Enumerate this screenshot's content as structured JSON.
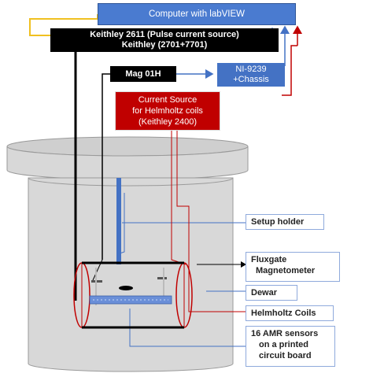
{
  "boxes": {
    "computer": "Computer with labVIEW",
    "keithley_line1": "Keithley 2611 (Pulse current source)",
    "keithley_line2": "Keithley (2701+7701)",
    "mag": "Mag 01H",
    "ni_line1": "NI-9239",
    "ni_line2": "+Chassis",
    "current_line1": "Current Source",
    "current_line2": "for Helmholtz coils",
    "current_line3": "(Keithley 2400)"
  },
  "labels": {
    "setup_holder": "Setup holder",
    "fluxgate_line1": "Fluxgate",
    "fluxgate_line2": "Magnetometer",
    "dewar": "Dewar",
    "helmholtz": "Helmholtz Coils",
    "amr_line1": "16 AMR sensors",
    "amr_line2": "on a printed",
    "amr_line3": "circuit board"
  },
  "colors": {
    "computer_fill": "#4a7bd0",
    "black_box_fill": "#000000",
    "ni_fill": "#4472c4",
    "current_fill": "#c00000",
    "dewar_fill": "#d5d5d5",
    "label_border": "#8faadc",
    "yellow_wire": "#f0c020",
    "blue_wire": "#4472c4",
    "red_wire": "#c00000"
  }
}
